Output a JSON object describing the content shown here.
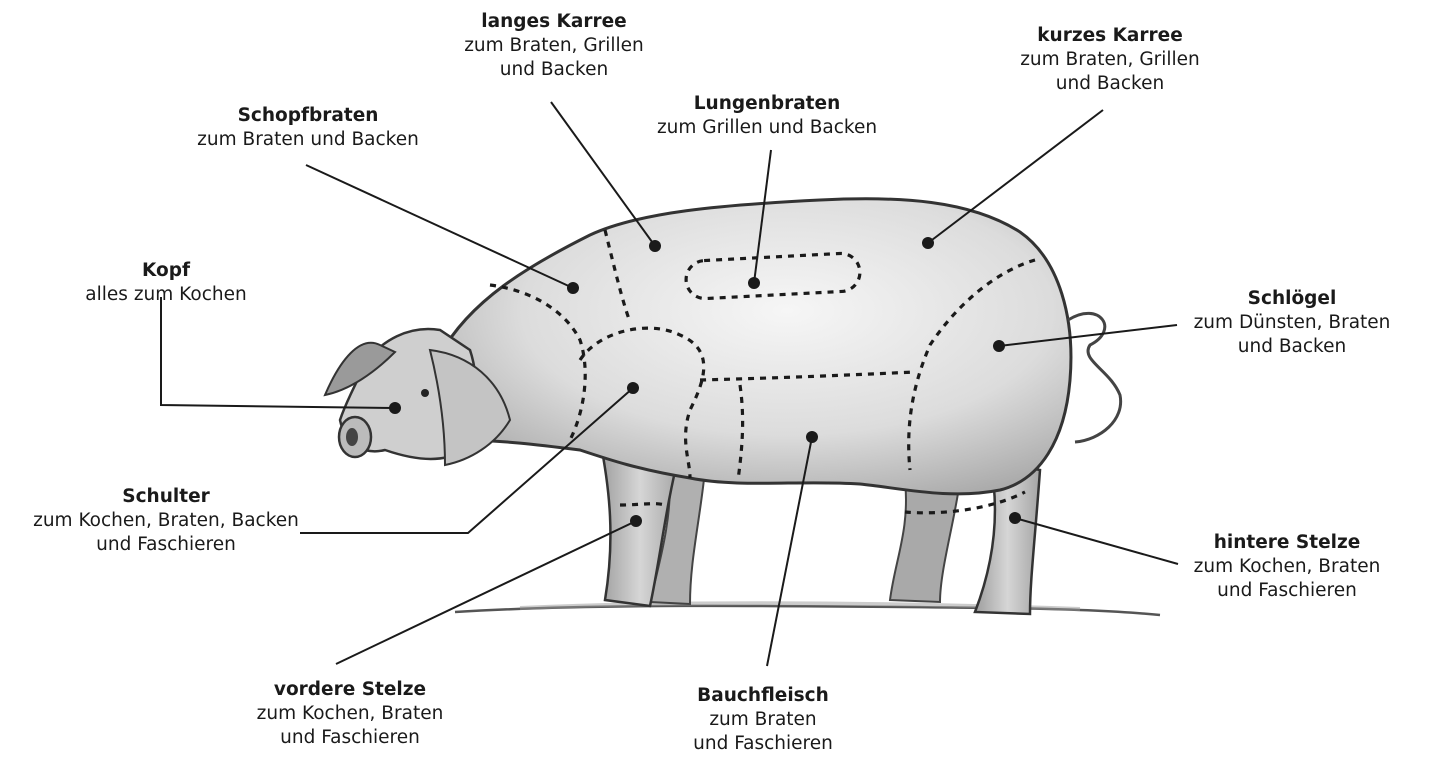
{
  "diagram": {
    "colors": {
      "ink": "#1a1a1a",
      "body": "#e3e3e3",
      "shade": "#bdbdbd"
    },
    "cuts": [
      {
        "id": "langes-karree",
        "title": "langes Karree",
        "lines": [
          "zum Braten, Grillen",
          "und Backen"
        ]
      },
      {
        "id": "kurzes-karree",
        "title": "kurzes Karree",
        "lines": [
          "zum Braten, Grillen",
          "und Backen"
        ]
      },
      {
        "id": "schopfbraten",
        "title": "Schopfbraten",
        "lines": [
          "zum Braten und Backen"
        ]
      },
      {
        "id": "lungenbraten",
        "title": "Lungenbraten",
        "lines": [
          "zum Grillen und Backen"
        ]
      },
      {
        "id": "kopf",
        "title": "Kopf",
        "lines": [
          "alles zum Kochen"
        ]
      },
      {
        "id": "schloegel",
        "title": "Schlögel",
        "lines": [
          "zum Dünsten, Braten",
          "und Backen"
        ]
      },
      {
        "id": "schulter",
        "title": "Schulter",
        "lines": [
          "zum Kochen, Braten, Backen",
          "und Faschieren"
        ]
      },
      {
        "id": "hintere-stelze",
        "title": "hintere Stelze",
        "lines": [
          "zum Kochen, Braten",
          "und Faschieren"
        ]
      },
      {
        "id": "vordere-stelze",
        "title": "vordere Stelze",
        "lines": [
          "zum Kochen, Braten",
          "und Faschieren"
        ]
      },
      {
        "id": "bauchfleisch",
        "title": "Bauchfleisch",
        "lines": [
          "zum Braten",
          "und Faschieren"
        ]
      }
    ]
  }
}
